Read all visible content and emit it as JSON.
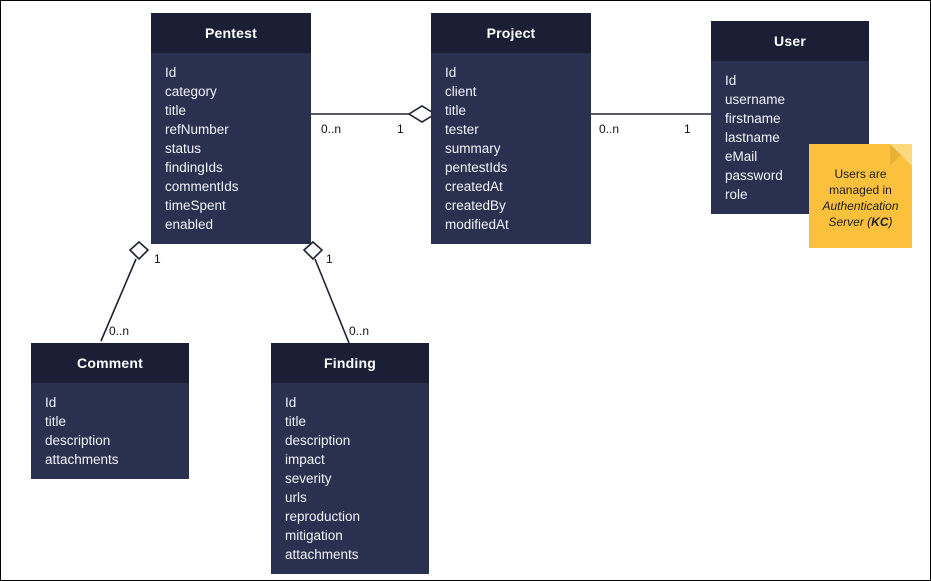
{
  "diagram": {
    "title": "UML class diagram",
    "background_color": "#ffffff",
    "border_color": "#000000",
    "class_header_color": "#1a1f35",
    "class_body_color": "#2a3150",
    "class_text_color": "#f2f3f7",
    "note_color": "#fbc13d",
    "note_fold_color": "#fdd87e",
    "edge_color": "#1d2233"
  },
  "classes": [
    {
      "id": "pentest",
      "name": "Pentest",
      "attributes": [
        "Id",
        "category",
        "title",
        "refNumber",
        "status",
        "findingIds",
        "commentIds",
        "timeSpent",
        "enabled"
      ]
    },
    {
      "id": "project",
      "name": "Project",
      "attributes": [
        "Id",
        "client",
        "title",
        "tester",
        "summary",
        "pentestIds",
        "createdAt",
        "createdBy",
        "modifiedAt"
      ]
    },
    {
      "id": "user",
      "name": "User",
      "attributes": [
        "Id",
        "username",
        "firstname",
        "lastname",
        "eMail",
        "password",
        "role"
      ]
    },
    {
      "id": "comment",
      "name": "Comment",
      "attributes": [
        "Id",
        "title",
        "description",
        "attachments"
      ]
    },
    {
      "id": "finding",
      "name": "Finding",
      "attributes": [
        "Id",
        "title",
        "description",
        "impact",
        "severity",
        "urls",
        "reproduction",
        "mitigation",
        "attachments"
      ]
    }
  ],
  "relationships": [
    {
      "id": "pentest-project",
      "from": "pentest",
      "to": "project",
      "type": "aggregation",
      "diamond_at": "project",
      "from_multiplicity": "0..n",
      "to_multiplicity": "1"
    },
    {
      "id": "project-user",
      "from": "project",
      "to": "user",
      "type": "association",
      "diamond_at": "none",
      "from_multiplicity": "0..n",
      "to_multiplicity": "1"
    },
    {
      "id": "pentest-comment",
      "from": "pentest",
      "to": "comment",
      "type": "aggregation",
      "diamond_at": "pentest",
      "from_multiplicity": "1",
      "to_multiplicity": "0..n"
    },
    {
      "id": "pentest-finding",
      "from": "pentest",
      "to": "finding",
      "type": "aggregation",
      "diamond_at": "pentest",
      "from_multiplicity": "1",
      "to_multiplicity": "0..n"
    }
  ],
  "note": {
    "id": "user-note",
    "line1": "Users are",
    "line2": "managed in",
    "line3_italic": "Authentication",
    "line4_italic_prefix": "Server (",
    "line4_bold": "KC",
    "line4_suffix": ")"
  },
  "multiplicities": {
    "pentest_project_left": "0..n",
    "pentest_project_right": "1",
    "project_user_left": "0..n",
    "project_user_right": "1",
    "pentest_comment_top": "1",
    "pentest_comment_bottom": "0..n",
    "pentest_finding_top": "1",
    "pentest_finding_bottom": "0..n"
  }
}
